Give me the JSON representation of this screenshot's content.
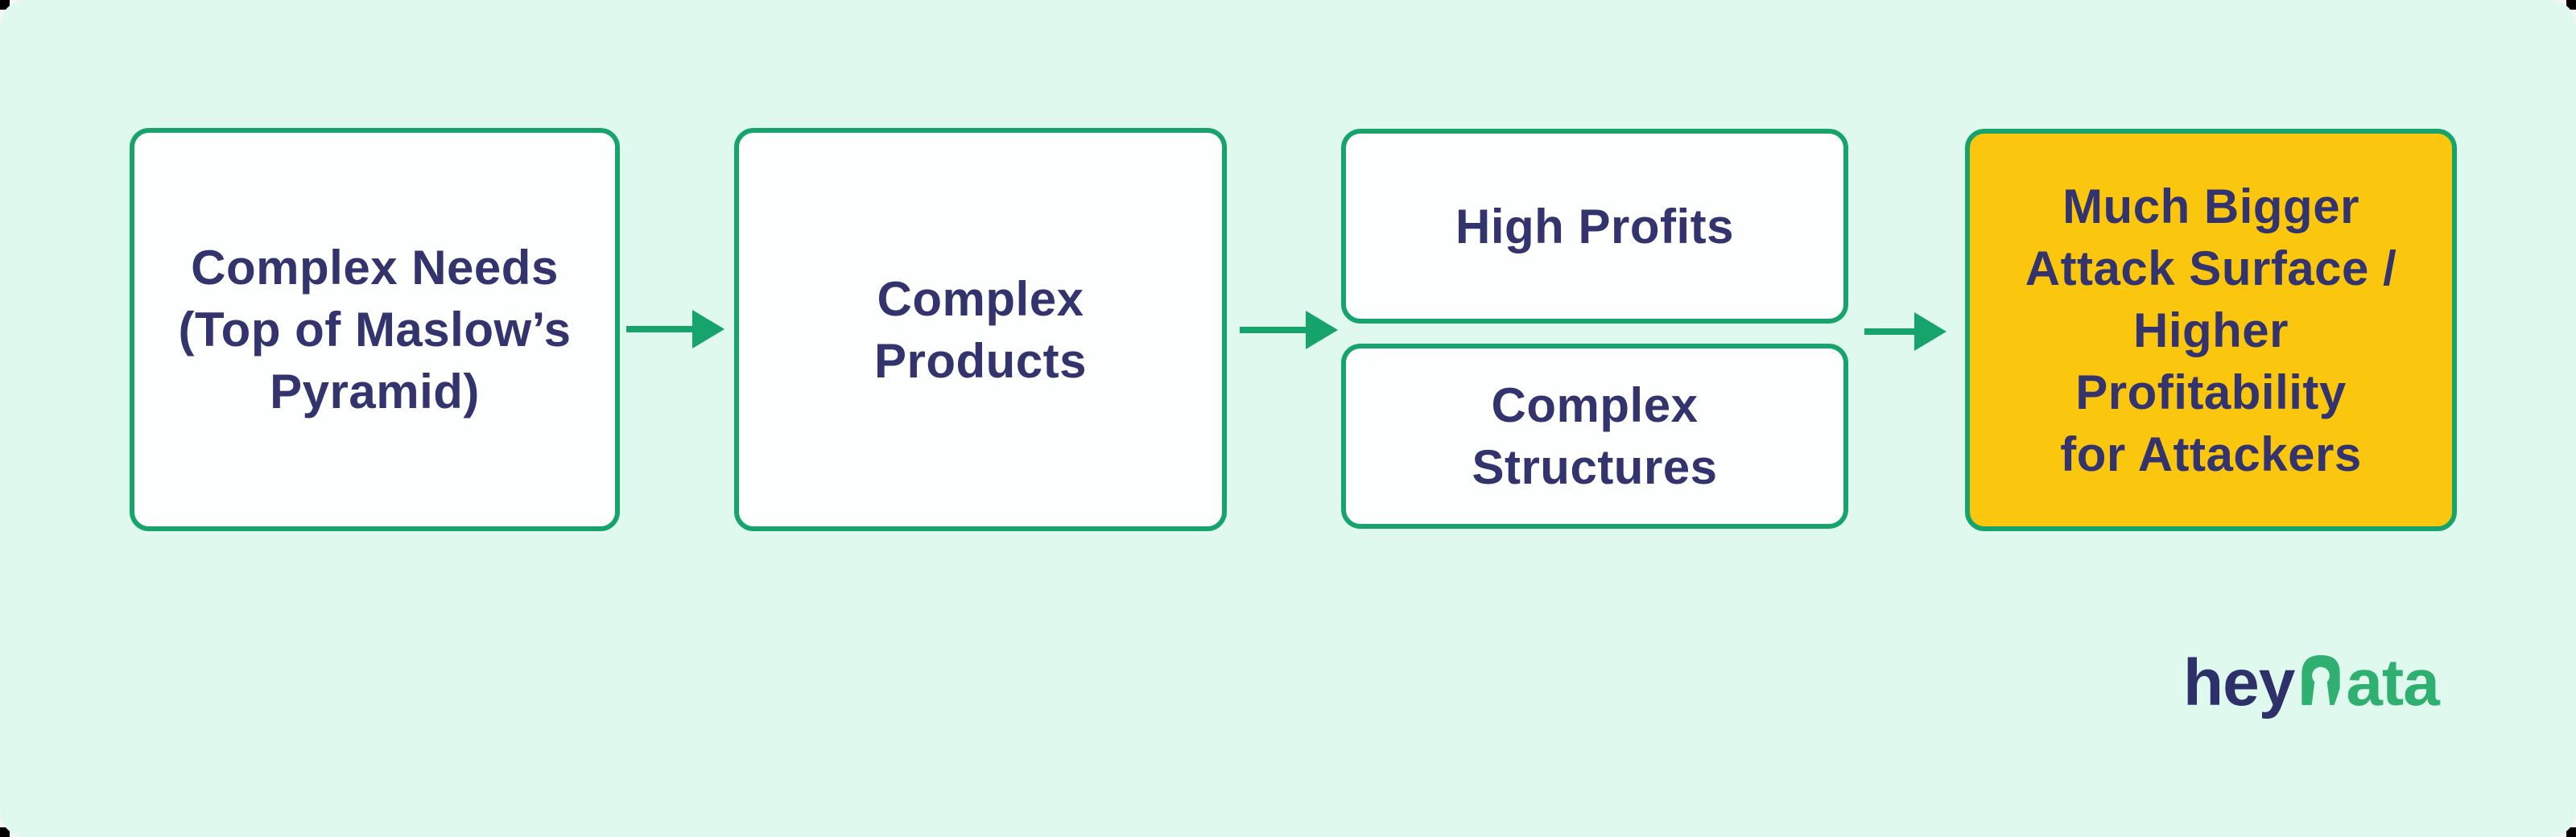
{
  "palette": {
    "panel_mint": "#dff9ee",
    "page_edge": "#f8f4f6",
    "node_white": "#fdfffe",
    "border_green": "#17a46c",
    "accent_yellow": "#fbc70e",
    "text_navy": "#33336d",
    "logo_navy": "#2e3169",
    "logo_green": "#2fb070"
  },
  "flow": {
    "node1": {
      "line1": "Complex Needs",
      "line2": "(Top of Maslow’s",
      "line3": "Pyramid)"
    },
    "node2": {
      "line1": "Complex",
      "line2": "Products"
    },
    "node3": {
      "line1": "High Profits"
    },
    "node4": {
      "line1": "Complex",
      "line2": "Structures"
    },
    "node5": {
      "line1": "Much Bigger",
      "line2": "Attack Surface /",
      "line3": "Higher",
      "line4": "Profitability",
      "line5": "for Attackers"
    }
  },
  "logo": {
    "prefix": "hey",
    "suffix": "ata",
    "glyph": "keyhole-d-icon"
  }
}
